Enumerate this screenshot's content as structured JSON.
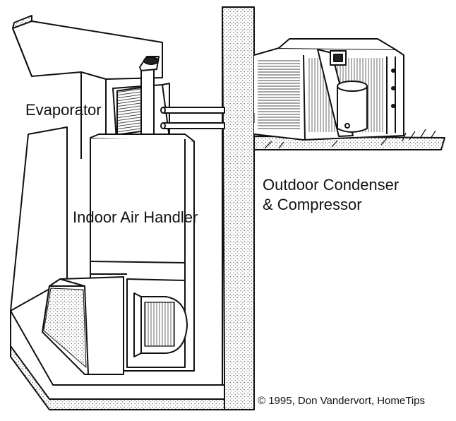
{
  "labels": {
    "evaporator": "Evaporator",
    "air_handler": "Indoor Air Handler",
    "condenser_line1": "Outdoor Condenser",
    "condenser_line2": "& Compressor",
    "copyright": "© 1995, Don Vandervort, HomeTips"
  },
  "colors": {
    "ink": "#111111",
    "paper": "#ffffff",
    "stipple": "#555555"
  }
}
